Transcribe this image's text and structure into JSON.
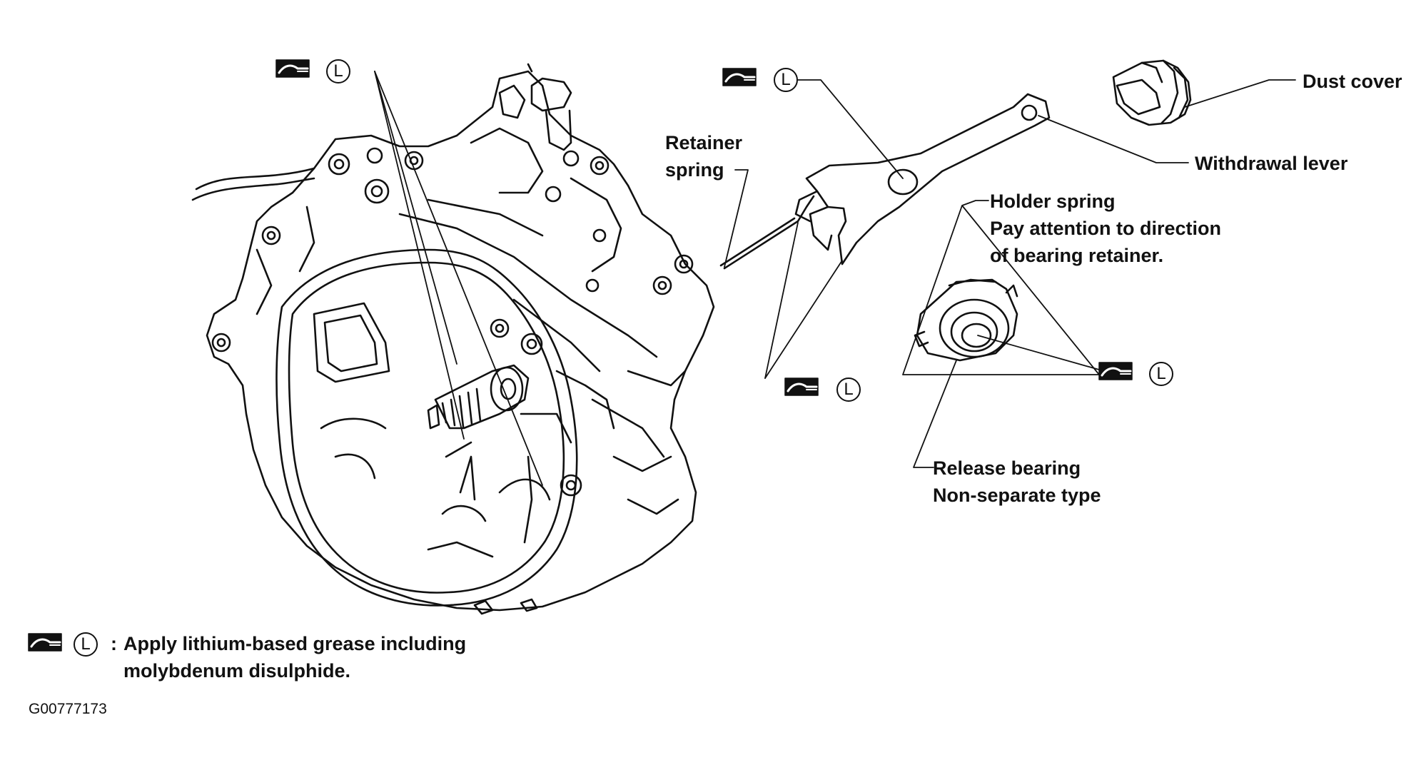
{
  "labels": {
    "retainer_spring": [
      "Retainer",
      "spring"
    ],
    "dust_cover": "Dust cover",
    "withdrawal_lever": "Withdrawal lever",
    "holder_spring": [
      "Holder spring",
      "Pay attention to direction",
      "of bearing retainer."
    ],
    "release_bearing": [
      "Release bearing",
      "Non-separate type"
    ]
  },
  "lubricant_symbol": "L",
  "legend": {
    "colon": ":",
    "lines": [
      "Apply lithium-based grease including",
      "molybdenum disulphide."
    ]
  },
  "figure_code": "G00777173",
  "colors": {
    "line": "#111111",
    "background": "#ffffff"
  }
}
